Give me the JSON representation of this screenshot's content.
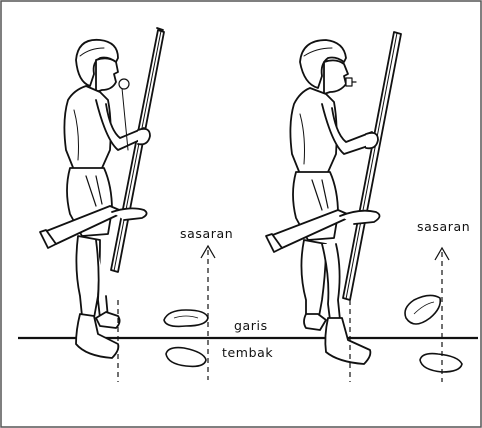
{
  "labels": {
    "target_left": "sasaran",
    "target_right": "sasaran",
    "line_top": "garis",
    "line_bottom": "tembak"
  },
  "colors": {
    "ink": "#111111",
    "paper": "#ffffff",
    "frame": "#555555"
  }
}
